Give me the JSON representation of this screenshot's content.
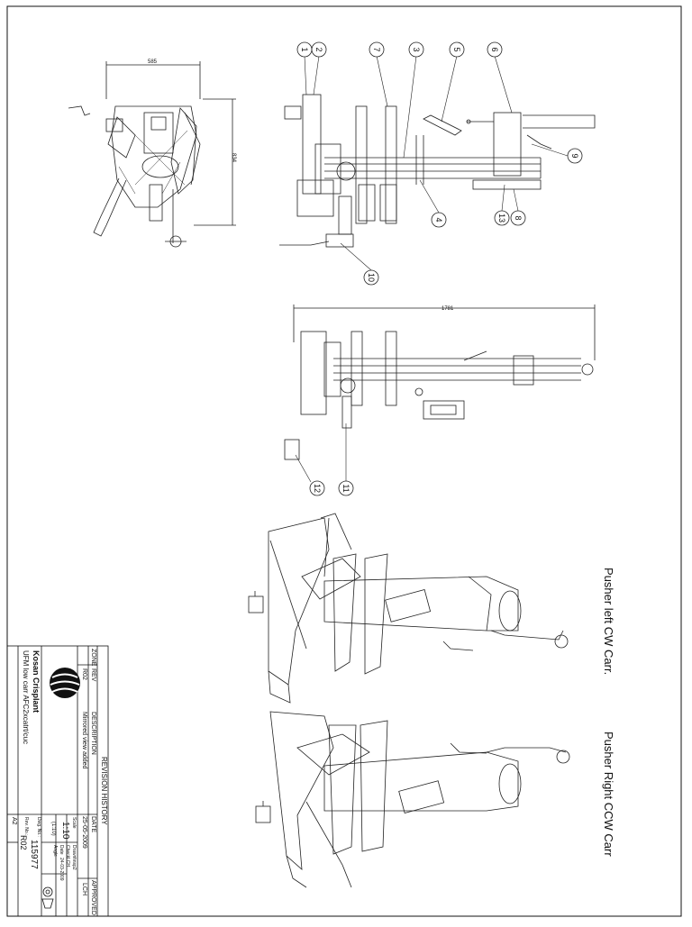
{
  "title_block": {
    "revision_history": "REVISION HISTORY",
    "zone_label": "ZONE",
    "rev_label": "REV",
    "description_label": "DESCRIPTION",
    "date_label": "DATE",
    "approved_label": "APPROVED",
    "rev_value": "R02",
    "description_value": "Mirrored view added",
    "date_value": "25-05-2009",
    "approved_value": "LCH",
    "company": "Kosan Crisplant",
    "drawing_title": "UFM low carr AFC2xcatrt/cuc",
    "scale_label": "Scale",
    "scale_value": "1:10",
    "scale_sub": "(1:10)",
    "drawn_label": "Drawn",
    "drawn_value": "hnsp2",
    "check_label": "Check",
    "check_value": "LCH",
    "date2_label": "Date",
    "date2_value": "24-03-2009",
    "angle_label": "Angle",
    "dwg_no_label": "Dwg. No.:",
    "dwg_no_value": "115977",
    "rev_no_label": "Rev. No.:",
    "rev_no_value": "R02",
    "sheet_size": "A2"
  },
  "views": {
    "label_left_cw": "Pusher left CW Carr.",
    "label_right_ccw": "Pusher Right CCW Carr"
  },
  "dimensions": {
    "top_width": "585",
    "top_height": "834",
    "side_length": "1781"
  },
  "balloons": [
    "1",
    "2",
    "7",
    "3",
    "5",
    "6",
    "9",
    "4",
    "13",
    "8",
    "10",
    "12",
    "11"
  ]
}
